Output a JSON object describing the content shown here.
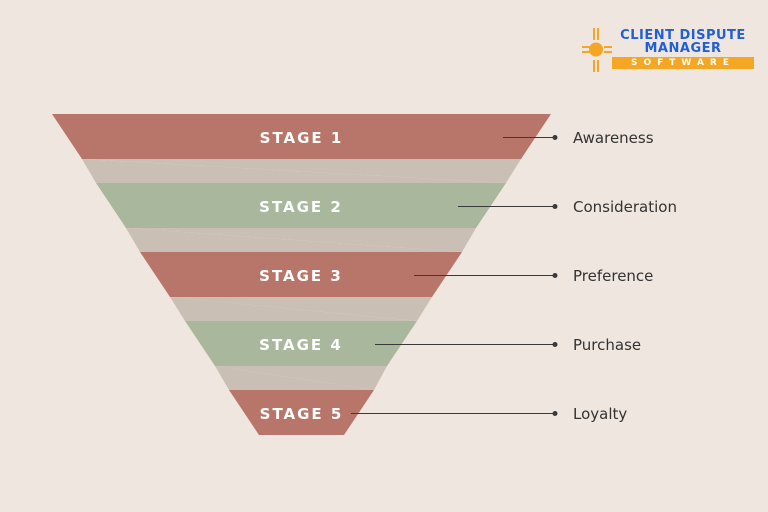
{
  "logo": {
    "line1": "CLIENT DISPUTE",
    "line2": "MANAGER",
    "line3": "SOFTWARE",
    "icon": "zia-sun-icon"
  },
  "colors": {
    "background": "#efe6df",
    "red": "#b8766a",
    "green": "#a9b89d",
    "connector": "#c9bfb5",
    "line": "#3a3a3a",
    "logo_blue": "#1f5fd8",
    "logo_orange": "#f5a623"
  },
  "stages": [
    {
      "label": "STAGE 1",
      "name": "Awareness",
      "color": "red"
    },
    {
      "label": "STAGE 2",
      "name": "Consideration",
      "color": "green"
    },
    {
      "label": "STAGE 3",
      "name": "Preference",
      "color": "red"
    },
    {
      "label": "STAGE 4",
      "name": "Purchase",
      "color": "green"
    },
    {
      "label": "STAGE 5",
      "name": "Loyalty",
      "color": "red"
    }
  ]
}
